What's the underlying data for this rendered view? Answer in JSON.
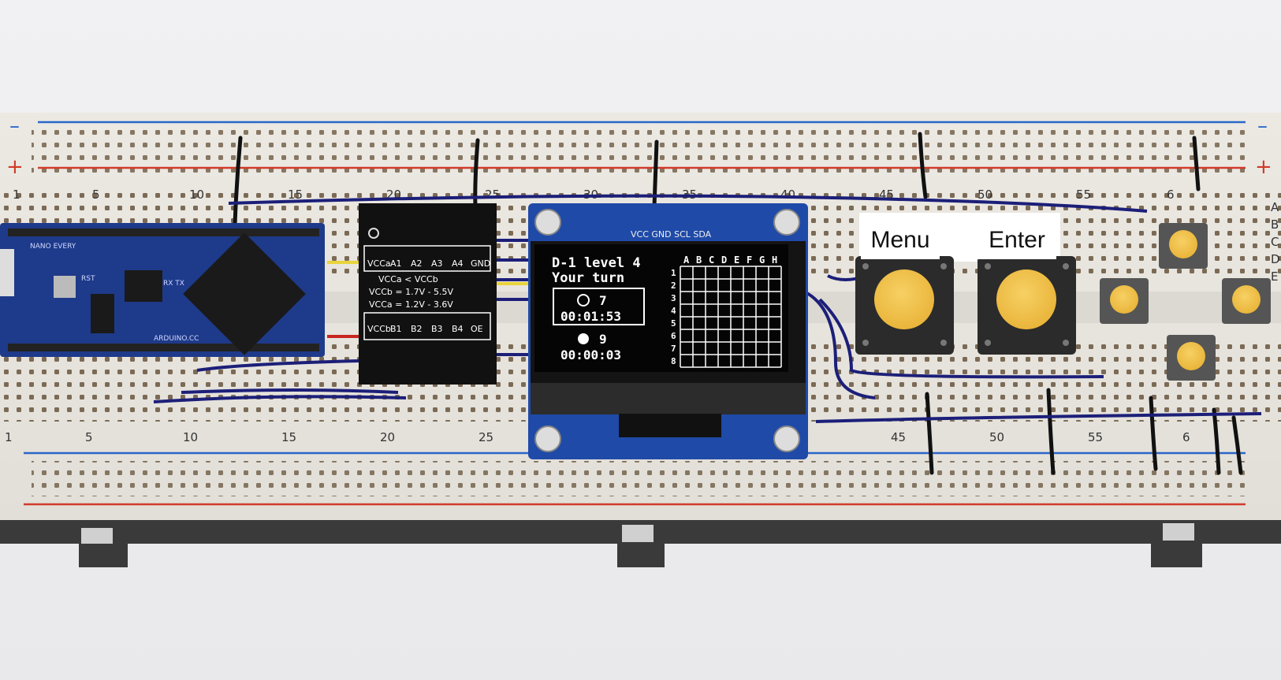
{
  "breadboard": {
    "column_numbers_top": [
      "1",
      "5",
      "10",
      "15",
      "20",
      "25",
      "30",
      "35",
      "40",
      "45",
      "50",
      "55",
      "6"
    ],
    "column_numbers_bottom": [
      "1",
      "5",
      "10",
      "15",
      "20",
      "25",
      "45",
      "50",
      "55",
      "6"
    ],
    "row_letters": [
      "A",
      "B",
      "C",
      "D",
      "E"
    ],
    "rail_minus": "–",
    "rail_plus": "+"
  },
  "arduino": {
    "board_name": "NANO EVERY",
    "rst": "RST",
    "rxtx": "RX TX",
    "site": "ARDUINO.CC"
  },
  "level_shifter": {
    "top_pins": [
      "VCCa",
      "A1",
      "A2",
      "A3",
      "A4",
      "GND"
    ],
    "bottom_pins": [
      "VCCb",
      "B1",
      "B2",
      "B3",
      "B4",
      "OE"
    ],
    "notes": [
      "VCCa < VCCb",
      "VCCb = 1.7V - 5.5V",
      "VCCa = 1.2V - 3.6V"
    ]
  },
  "oled_module": {
    "pin_labels": "VCC GND SCL SDA",
    "screen": {
      "title_line": "D-1 level 4",
      "status_line": "Your turn",
      "white_score": "7",
      "white_time": "00:01:53",
      "black_score": "9",
      "black_time": "00:00:03",
      "grid_columns": [
        "A",
        "B",
        "C",
        "D",
        "E",
        "F",
        "G",
        "H"
      ],
      "grid_rows": [
        "1",
        "2",
        "3",
        "4",
        "5",
        "6",
        "7",
        "8"
      ]
    }
  },
  "buttons": {
    "menu_label": "Menu",
    "enter_label": "Enter"
  },
  "colors": {
    "breadboard": "#e8e6e1",
    "arduino_pcb": "#1e3a8a",
    "oled_pcb": "#1f4aa8",
    "button_cap": "#f3c14a",
    "wire_blue": "#1c1f78",
    "rail_red": "#d23a2a",
    "rail_blue": "#2b66c8"
  }
}
